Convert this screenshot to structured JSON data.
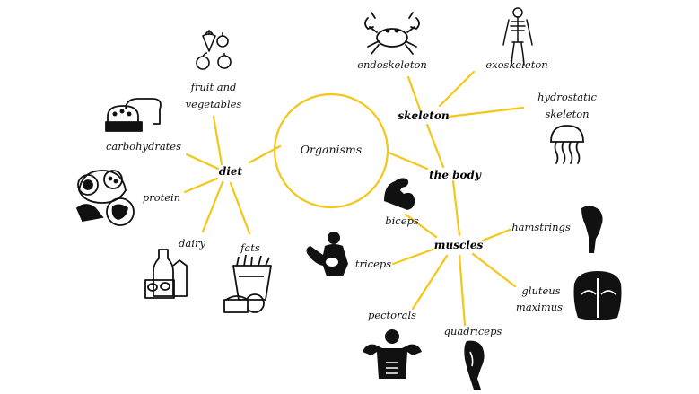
{
  "diagram": {
    "center": "Organisms",
    "line_color": "#F5C518",
    "icon_color": "#111111",
    "nodes": {
      "diet": "diet",
      "skeleton": "skeleton",
      "the_body": "the body",
      "muscles": "muscles",
      "fruit_veg_1": "fruit and",
      "fruit_veg_2": "vegetables",
      "carbohydrates": "carbohydrates",
      "protein": "protein",
      "dairy": "dairy",
      "fats": "fats",
      "endoskeleton": "endoskeleton",
      "exoskeleton": "exoskeleton",
      "hydrostatic_1": "hydrostatic",
      "hydrostatic_2": "skeleton",
      "biceps": "biceps",
      "hamstrings": "hamstrings",
      "triceps": "triceps",
      "gluteus_1": "gluteus",
      "gluteus_2": "maximus",
      "pectorals": "pectorals",
      "quadriceps": "quadriceps"
    },
    "icons": [
      "fruit-vegetables-icon",
      "bread-icon",
      "protein-food-icon",
      "dairy-icon",
      "fats-icon",
      "crab-icon",
      "skeleton-icon",
      "jellyfish-icon",
      "bicep-arm-icon",
      "hamstring-leg-icon",
      "triceps-body-icon",
      "gluteus-icon",
      "pectorals-body-icon",
      "quadriceps-leg-icon"
    ]
  }
}
